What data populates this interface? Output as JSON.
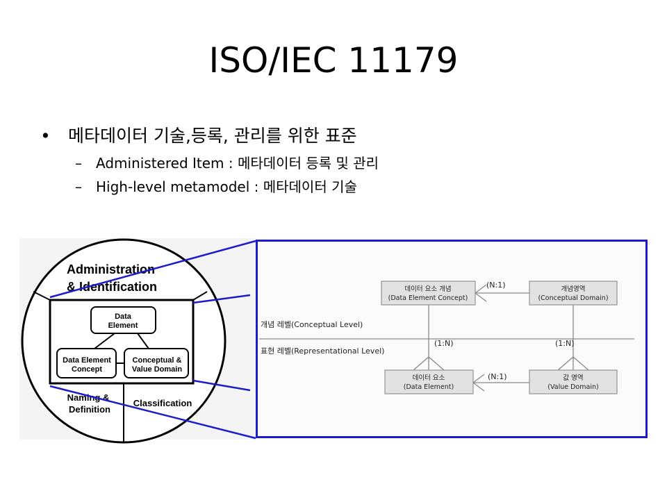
{
  "slide": {
    "title": "ISO/IEC 11179",
    "bullet": "메타데이터 기술,등록, 관리를 위한 표준",
    "bullet_marker": "•",
    "sub_marker": "–",
    "sub_items": [
      "Administered Item : 메타데이터 등록 및 관리",
      "High-level metamodel : 메타데이터 기술"
    ]
  },
  "circle_diagram": {
    "region_top": [
      "Administration",
      "& Identification"
    ],
    "box_top": [
      "Data",
      "Element"
    ],
    "box_left": [
      "Data Element",
      "Concept"
    ],
    "box_right": [
      "Conceptual &",
      "Value Domain"
    ],
    "region_bottom_left": [
      "Naming &",
      "Definition"
    ],
    "region_bottom_right": "Classification"
  },
  "er_diagram": {
    "entities": {
      "dec": [
        "데이터 요소 개념",
        "(Data Element Concept)"
      ],
      "cd": [
        "개념영역",
        "(Conceptual Domain)"
      ],
      "de": [
        "데이터 요소",
        "(Data Element)"
      ],
      "vd": [
        "값 영역",
        "(Value Domain)"
      ]
    },
    "level_conceptual": "개념 레벨(Conceptual Level)",
    "level_representational": "표현 레벨(Representational Level)",
    "rel_top": "(N:1)",
    "rel_bottom": "(N:1)",
    "rel_left": "(1:N)",
    "rel_right": "(1:N)"
  },
  "colors": {
    "accent_blue": "#1c1cc8",
    "entity_fill": "#e2e2e2",
    "entity_stroke": "#9a9a9a"
  }
}
